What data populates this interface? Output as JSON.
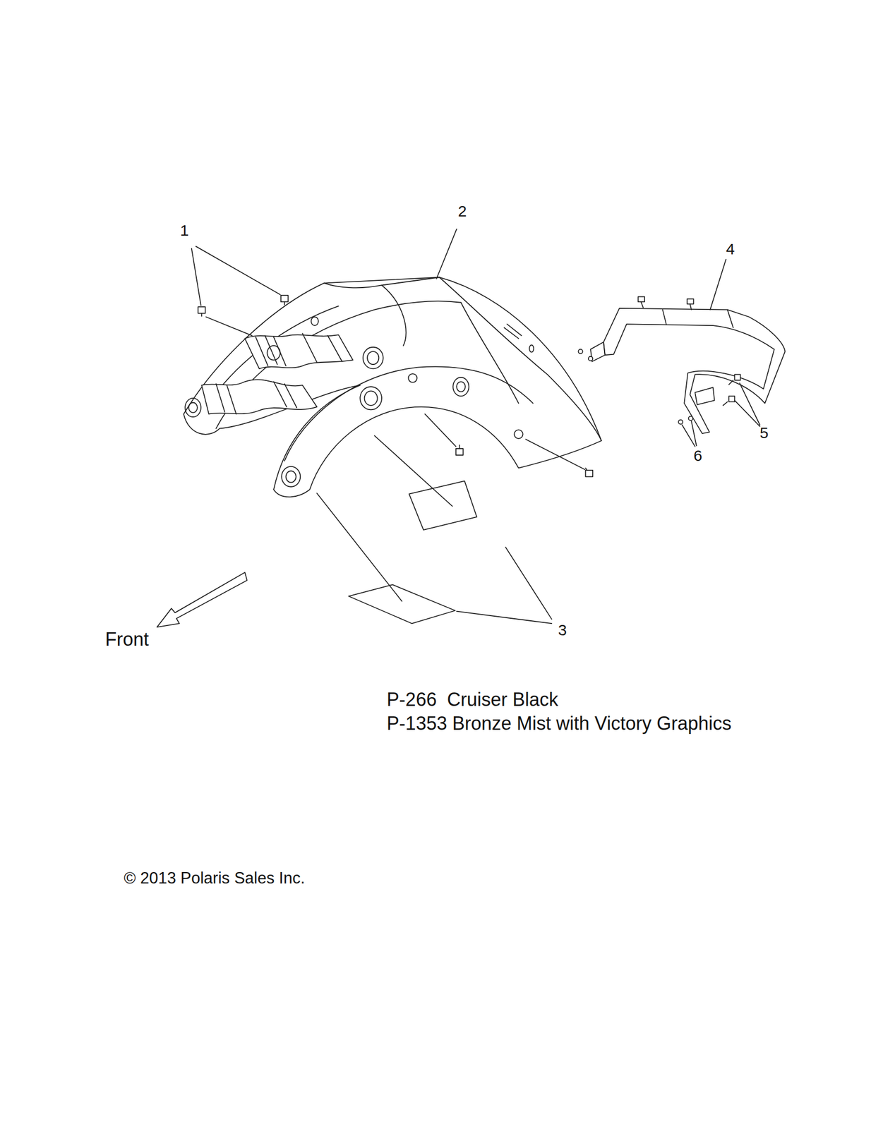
{
  "diagram": {
    "labels": [
      "1",
      "2",
      "4",
      "5",
      "6",
      "3",
      "Front",
      "P-266  Cruiser Black",
      "P-1353 Bronze Mist with Victory Graphics",
      "© 2013 Polaris Sales Inc."
    ]
  }
}
